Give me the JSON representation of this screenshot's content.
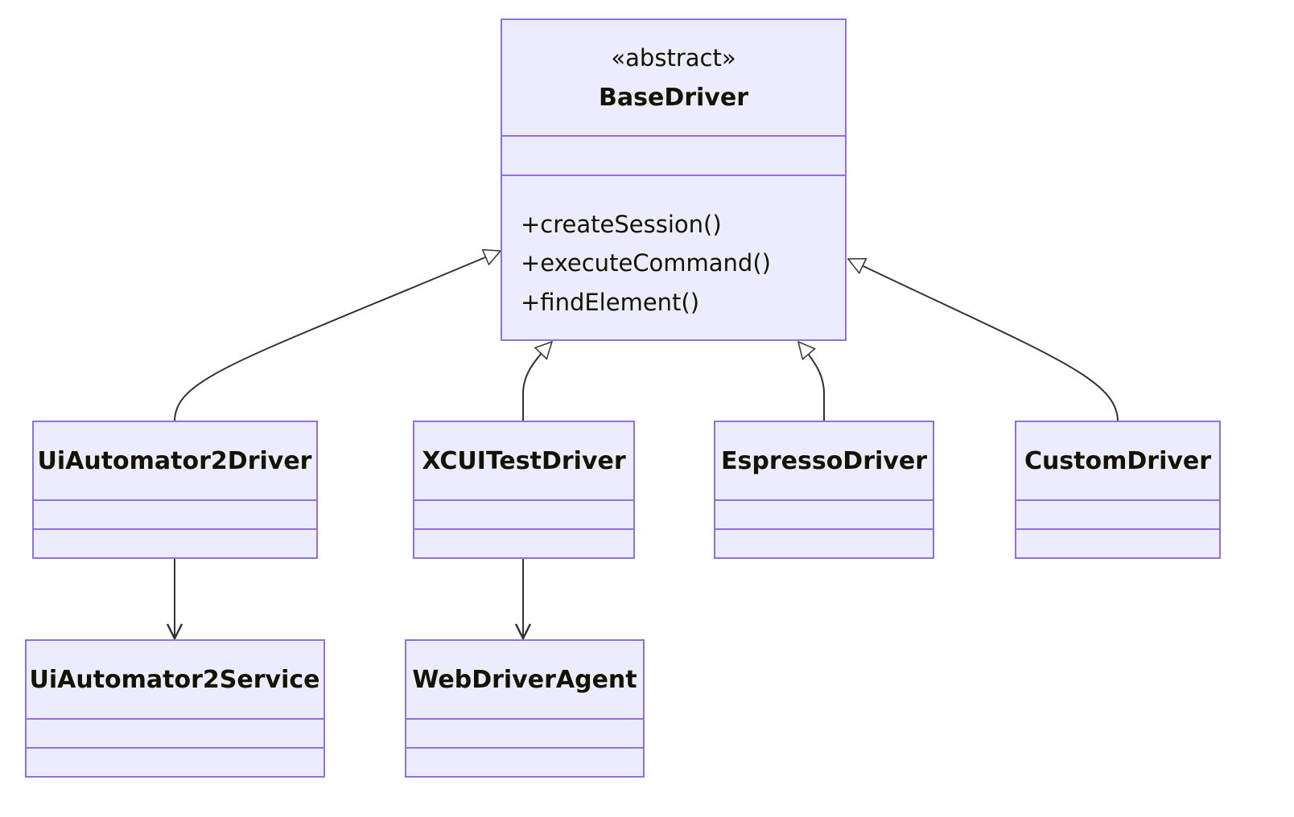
{
  "diagram": {
    "base": {
      "stereotype": "«abstract»",
      "name": "BaseDriver",
      "methods": [
        "+createSession()",
        "+executeCommand()",
        "+findElement()"
      ]
    },
    "classes": {
      "uiautomator2": "UiAutomator2Driver",
      "xcuitest": "XCUITestDriver",
      "espresso": "EspressoDriver",
      "custom": "CustomDriver",
      "uia2service": "UiAutomator2Service",
      "wda": "WebDriverAgent"
    },
    "colors": {
      "box_fill": "#ECECFF",
      "box_stroke": "#9370DB",
      "edge": "#333333",
      "text": "#131300"
    }
  }
}
